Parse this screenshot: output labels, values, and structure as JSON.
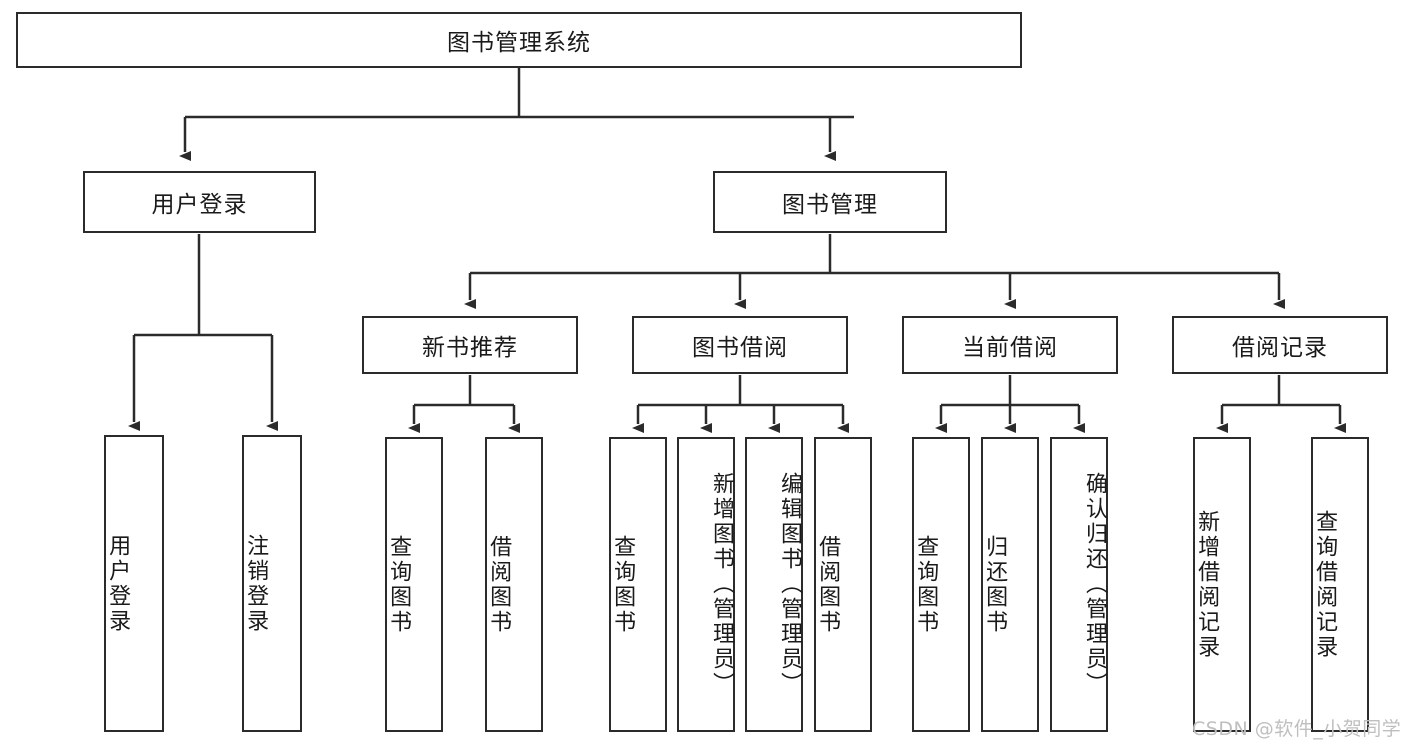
{
  "diagram": {
    "title": "图书管理系统",
    "type": "tree-hierarchy",
    "root": {
      "label": "图书管理系统"
    },
    "level2": [
      {
        "label": "用户登录"
      },
      {
        "label": "图书管理"
      }
    ],
    "level3": [
      {
        "label": "新书推荐"
      },
      {
        "label": "图书借阅"
      },
      {
        "label": "当前借阅"
      },
      {
        "label": "借阅记录"
      }
    ],
    "leaves": {
      "user_login": [
        {
          "label": "用户登录"
        },
        {
          "label": "注销登录"
        }
      ],
      "new_book_recommend": [
        {
          "label": "查询图书"
        },
        {
          "label": "借阅图书"
        }
      ],
      "book_borrow": [
        {
          "label": "查询图书"
        },
        {
          "label": "新增图书（管理员）"
        },
        {
          "label": "编辑图书（管理员）"
        },
        {
          "label": "借阅图书"
        }
      ],
      "current_borrow": [
        {
          "label": "查询图书"
        },
        {
          "label": "归还图书"
        },
        {
          "label": "确认归还（管理员）"
        }
      ],
      "borrow_record": [
        {
          "label": "新增借阅记录"
        },
        {
          "label": "查询借阅记录"
        }
      ]
    }
  },
  "watermark": {
    "text": "CSDN @软件_小贺同学"
  },
  "colors": {
    "stroke": "#2b2b2b",
    "background": "#ffffff",
    "text": "#1a1a1a",
    "watermark": "#bfbfbf"
  }
}
